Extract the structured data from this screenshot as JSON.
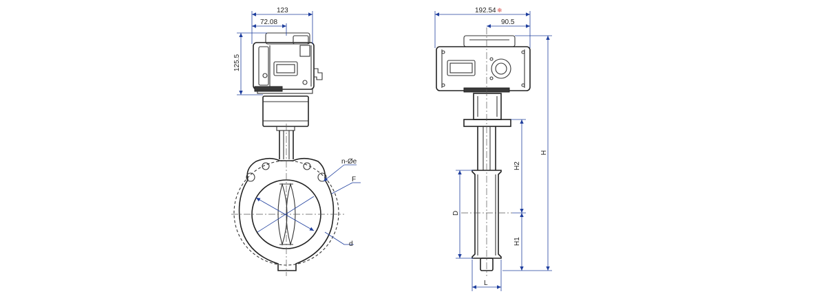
{
  "dimensions": {
    "front_width": "123",
    "front_offset": "72.08",
    "front_height": "125.5",
    "side_width": "192.54",
    "side_width_mark": "❄",
    "side_offset": "90.5",
    "total_height": "H",
    "stem_height": "H2",
    "bottom_height": "H1",
    "body_diameter": "D",
    "face_length": "L"
  },
  "callouts": {
    "bolt_holes": "n-Øe",
    "flange_circle": "F",
    "bore": "d"
  }
}
